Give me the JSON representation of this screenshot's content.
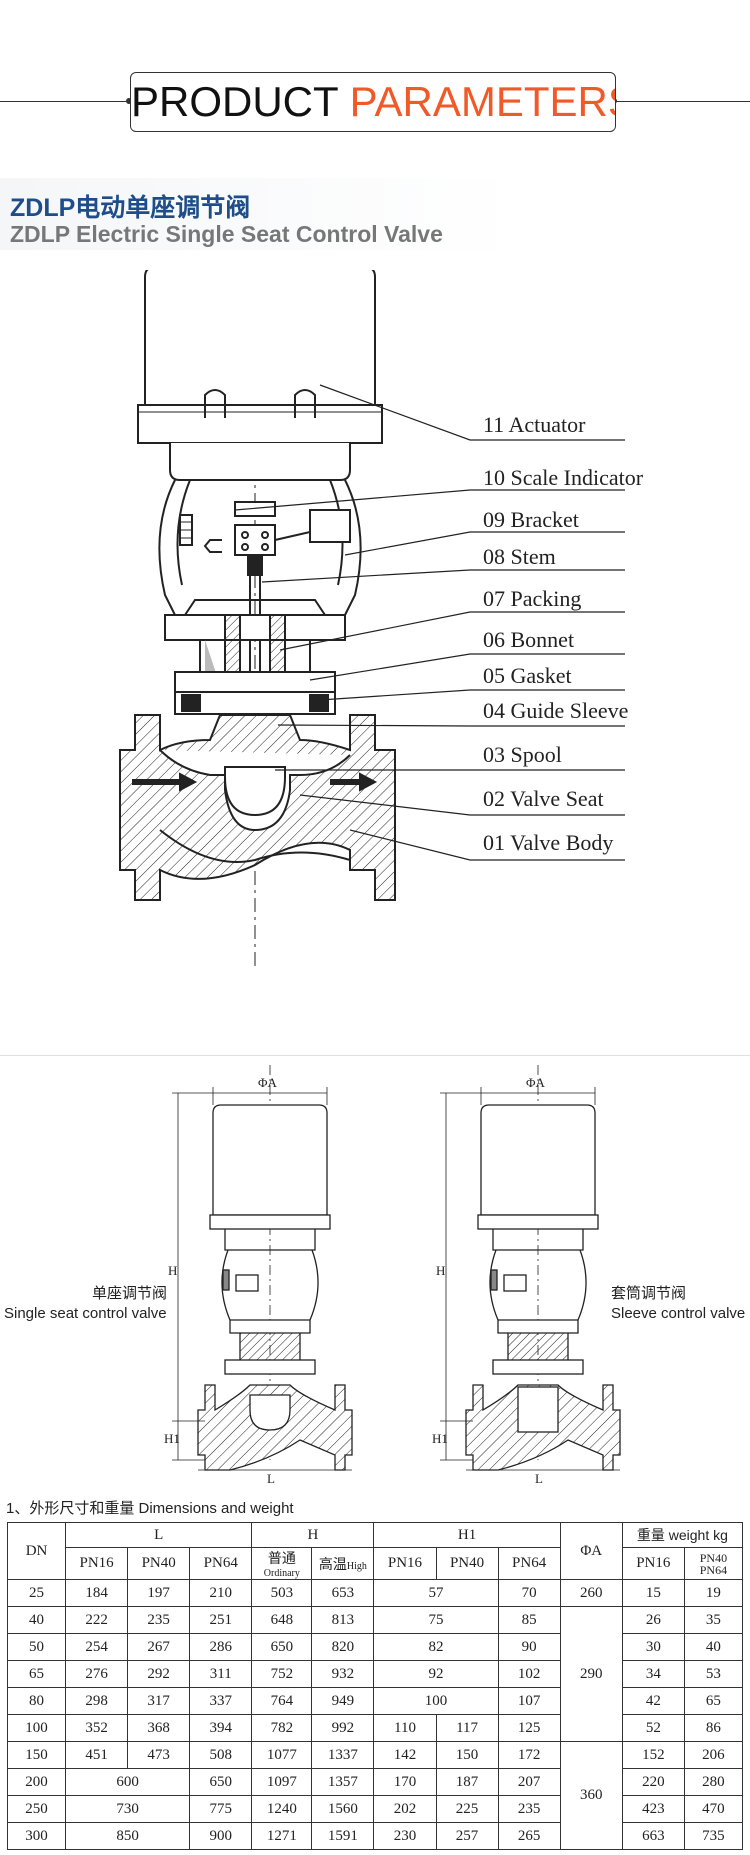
{
  "header": {
    "title_part1": "PRODUCT",
    "title_part2": "PARAMETERS"
  },
  "product": {
    "title_cn": "ZDLP电动单座调节阀",
    "title_en": "ZDLP Electric Single Seat Control Valve"
  },
  "parts": [
    {
      "label": "11 Actuator"
    },
    {
      "label": "10 Scale Indicator"
    },
    {
      "label": "09 Bracket"
    },
    {
      "label": "08 Stem"
    },
    {
      "label": "07 Packing"
    },
    {
      "label": "06 Bonnet"
    },
    {
      "label": "05 Gasket"
    },
    {
      "label": "04 Guide Sleeve"
    },
    {
      "label": "03 Spool"
    },
    {
      "label": "02 Valve Seat"
    },
    {
      "label": "01 Valve Body"
    }
  ],
  "drawings": {
    "left_caption_cn": "单座调节阀",
    "left_caption_en": "Single seat control valve",
    "right_caption_cn": "套筒调节阀",
    "right_caption_en": "Sleeve control valve",
    "dim_phi_a": "ΦA",
    "dim_h": "H",
    "dim_h1": "H1",
    "dim_l": "L"
  },
  "table": {
    "title": "1、外形尺寸和重量  Dimensions and weight",
    "headers": {
      "dn": "DN",
      "l": "L",
      "h": "H",
      "h1": "H1",
      "phi_a": "ΦA",
      "weight": "重量 weight kg",
      "pn16": "PN16",
      "pn40": "PN40",
      "pn64": "PN64",
      "ordinary_cn": "普通",
      "ordinary_en": "Ordinary",
      "high_cn": "高温",
      "high_en": "High",
      "w_pn16": "PN16",
      "w_pn40_64a": "PN40",
      "w_pn40_64b": "PN64"
    },
    "rows": [
      {
        "dn": "25",
        "l16": "184",
        "l40": "197",
        "l64": "210",
        "ho": "503",
        "hh": "653",
        "h1_16": "57",
        "h1_64": "70",
        "wa": "15",
        "wb": "19"
      },
      {
        "dn": "40",
        "l16": "222",
        "l40": "235",
        "l64": "251",
        "ho": "648",
        "hh": "813",
        "h1_16": "75",
        "h1_64": "85",
        "wa": "26",
        "wb": "35"
      },
      {
        "dn": "50",
        "l16": "254",
        "l40": "267",
        "l64": "286",
        "ho": "650",
        "hh": "820",
        "h1_16": "82",
        "h1_64": "90",
        "wa": "30",
        "wb": "40"
      },
      {
        "dn": "65",
        "l16": "276",
        "l40": "292",
        "l64": "311",
        "ho": "752",
        "hh": "932",
        "h1_16": "92",
        "h1_64": "102",
        "wa": "34",
        "wb": "53"
      },
      {
        "dn": "80",
        "l16": "298",
        "l40": "317",
        "l64": "337",
        "ho": "764",
        "hh": "949",
        "h1_16": "100",
        "h1_64": "107",
        "wa": "42",
        "wb": "65"
      },
      {
        "dn": "100",
        "l16": "352",
        "l40": "368",
        "l64": "394",
        "ho": "782",
        "hh": "992",
        "h1_16": "110",
        "h1_40": "117",
        "h1_64": "125",
        "wa": "52",
        "wb": "86"
      },
      {
        "dn": "150",
        "l16": "451",
        "l40": "473",
        "l64": "508",
        "ho": "1077",
        "hh": "1337",
        "h1_16": "142",
        "h1_40": "150",
        "h1_64": "172",
        "wa": "152",
        "wb": "206"
      },
      {
        "dn": "200",
        "l16": "600",
        "l64": "650",
        "ho": "1097",
        "hh": "1357",
        "h1_16": "170",
        "h1_40": "187",
        "h1_64": "207",
        "wa": "220",
        "wb": "280"
      },
      {
        "dn": "250",
        "l16": "730",
        "l64": "775",
        "ho": "1240",
        "hh": "1560",
        "h1_16": "202",
        "h1_40": "225",
        "h1_64": "235",
        "wa": "423",
        "wb": "470"
      },
      {
        "dn": "300",
        "l16": "850",
        "l64": "900",
        "ho": "1271",
        "hh": "1591",
        "h1_16": "230",
        "h1_40": "257",
        "h1_64": "265",
        "wa": "663",
        "wb": "735"
      }
    ],
    "phi_a_values": {
      "dn25": "260",
      "dn40_100": "290",
      "dn150_300": "360"
    }
  },
  "colors": {
    "accent": "#f05a28",
    "title_blue": "#1f4d8a",
    "title_gray": "#777777",
    "line": "#222222"
  }
}
